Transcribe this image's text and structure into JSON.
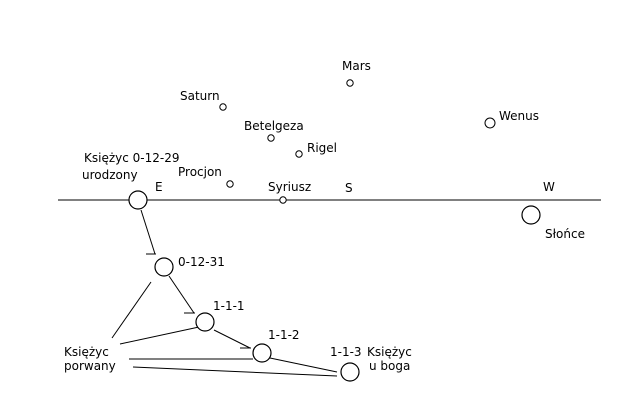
{
  "directions": {
    "east": "E",
    "south": "S",
    "west": "W"
  },
  "sky_objects": {
    "mars": "Mars",
    "saturn": "Saturn",
    "betelgeza": "Betelgeza",
    "rigel": "Rigel",
    "wenus": "Wenus",
    "procjon": "Procjon",
    "syriusz": "Syriusz",
    "slonce": "Słońce"
  },
  "moon_labels": {
    "birth_line1": "Księżyc  0-12-29",
    "birth_line2": "urodzony",
    "date_0_12_31": "0-12-31",
    "date_1_1_1": "1-1-1",
    "date_1_1_2": "1-1-2",
    "date_1_1_3": "1-1-3",
    "with_god_line1": "Księżyc",
    "with_god_line2": "u boga",
    "taken_line1": "Księżyc",
    "taken_line2": "porwany"
  }
}
